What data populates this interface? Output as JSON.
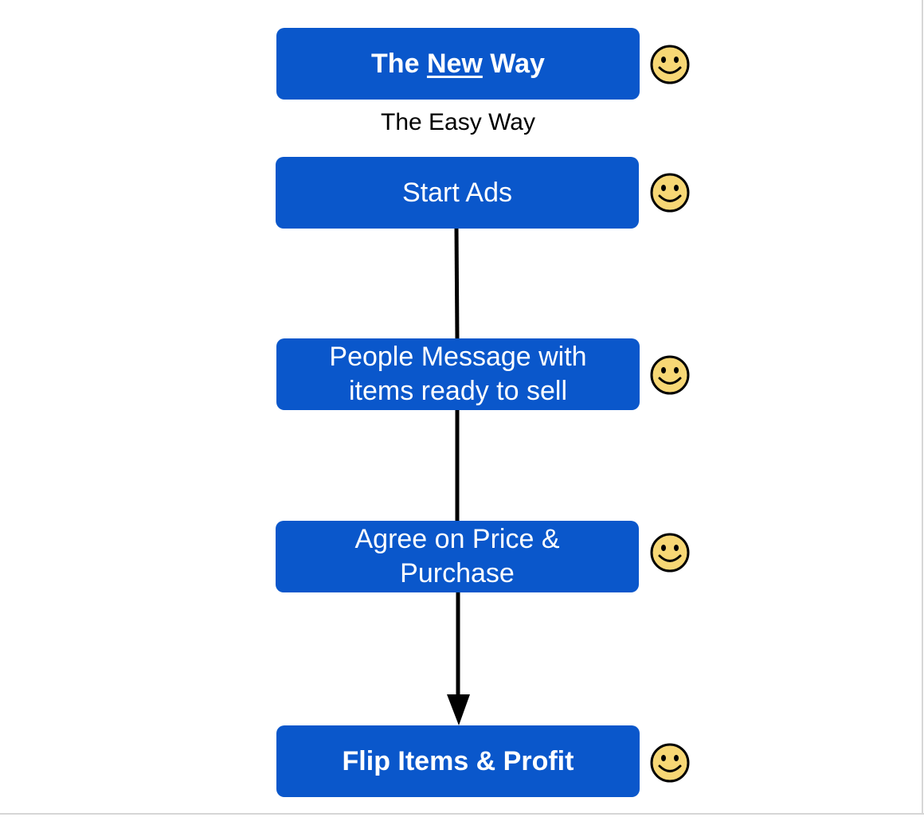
{
  "title_box": {
    "prefix": "The ",
    "emphasis": "New",
    "suffix": " Way"
  },
  "subtitle": "The Easy Way",
  "steps": [
    {
      "label": "Start Ads"
    },
    {
      "label": "People Message with items ready to sell"
    },
    {
      "label": "Agree on Price & Purchase"
    },
    {
      "label": "Flip Items & Profit"
    }
  ],
  "colors": {
    "box_fill": "#0a57cb",
    "box_text": "#ffffff",
    "connector": "#000000",
    "smiley_fill": "#f7d775",
    "smiley_stroke": "#000000"
  },
  "icons": {
    "status": "smiley-face-icon"
  }
}
